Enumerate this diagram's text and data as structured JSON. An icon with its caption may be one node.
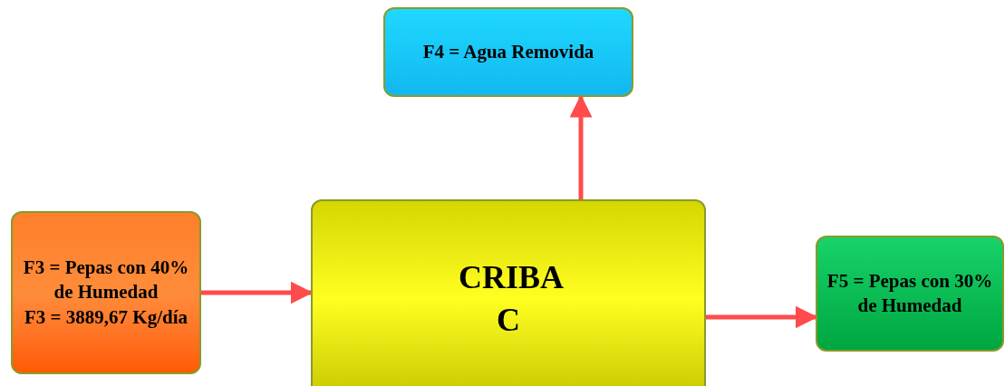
{
  "diagram": {
    "nodes": [
      {
        "text": [
          "F3 = Pepas con 40% de Humedad",
          "F3 =  3889,67 Kg/día"
        ]
      },
      {
        "text": [
          "CRIBA C"
        ]
      },
      {
        "text": [
          "F4 = Agua Removida"
        ]
      },
      {
        "text": [
          "F5 = Pepas con 30% de Humedad"
        ]
      }
    ],
    "edges": [
      {
        "from": 0,
        "to": 1,
        "arrow": "to"
      },
      {
        "from": 1,
        "to": 2,
        "arrow": "to"
      },
      {
        "from": 1,
        "to": 3,
        "arrow": "to"
      }
    ]
  }
}
